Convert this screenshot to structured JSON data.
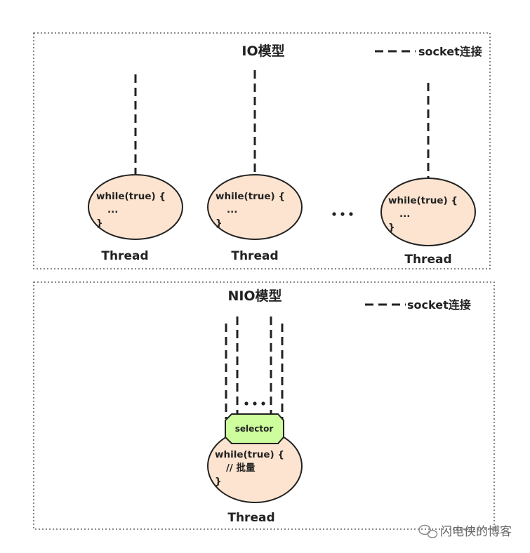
{
  "io_model": {
    "title": "IO模型",
    "legend": "socket连接",
    "threads": [
      {
        "code_line1": "while(true) {",
        "code_line2": "...",
        "code_line3": "}",
        "label": "Thread"
      },
      {
        "code_line1": "while(true) {",
        "code_line2": "...",
        "code_line3": "}",
        "label": "Thread"
      },
      {
        "code_line1": "while(true) {",
        "code_line2": "...",
        "code_line3": "}",
        "label": "Thread"
      }
    ]
  },
  "nio_model": {
    "title": "NIO模型",
    "legend": "socket连接",
    "selector_label": "selector",
    "thread": {
      "code_line1": "while(true) {",
      "code_line2": "// 批量",
      "code_line3": "}",
      "label": "Thread"
    }
  },
  "watermark": "闪电侠的博客",
  "colors": {
    "thread_fill": "#fce4d0",
    "selector_fill": "#cdfd9c"
  }
}
